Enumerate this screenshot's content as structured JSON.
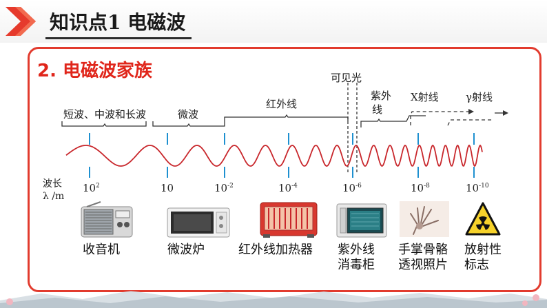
{
  "header": {
    "title": "知识点1  电磁波"
  },
  "section": {
    "title": "2. 电磁波家族"
  },
  "spectrum": {
    "bands": [
      {
        "label": "短波、中波和长波"
      },
      {
        "label": "微波"
      },
      {
        "label": "红外线"
      },
      {
        "label": "可见光"
      },
      {
        "label_line1": "紫外",
        "label_line2": "线"
      },
      {
        "label": "X射线"
      },
      {
        "label": "γ射线"
      }
    ],
    "axis_name_line1": "波长",
    "axis_name_line2": "λ /m",
    "ticks": [
      {
        "base": "10",
        "exp": "2"
      },
      {
        "base": "10",
        "exp": ""
      },
      {
        "base": "10",
        "exp": "-2"
      },
      {
        "base": "10",
        "exp": "-4"
      },
      {
        "base": "10",
        "exp": "-6"
      },
      {
        "base": "10",
        "exp": "-8"
      },
      {
        "base": "10",
        "exp": "-10"
      }
    ]
  },
  "devices": [
    {
      "icon": "radio-icon",
      "caption_line1": "收音机",
      "caption_line2": ""
    },
    {
      "icon": "microwave-oven-icon",
      "caption_line1": "微波炉",
      "caption_line2": ""
    },
    {
      "icon": "infrared-heater-icon",
      "caption_line1": "红外线加热器",
      "caption_line2": ""
    },
    {
      "icon": "uv-cabinet-icon",
      "caption_line1": "紫外线",
      "caption_line2": "消毒柜"
    },
    {
      "icon": "hand-xray-icon",
      "caption_line1": "手掌骨骼",
      "caption_line2": "透视照片"
    },
    {
      "icon": "radiation-sign-icon",
      "caption_line1": "放射性",
      "caption_line2": "标志"
    }
  ],
  "colors": {
    "accent": "#e0261b",
    "wave": "#c8262b",
    "tick": "#1e90d0"
  }
}
